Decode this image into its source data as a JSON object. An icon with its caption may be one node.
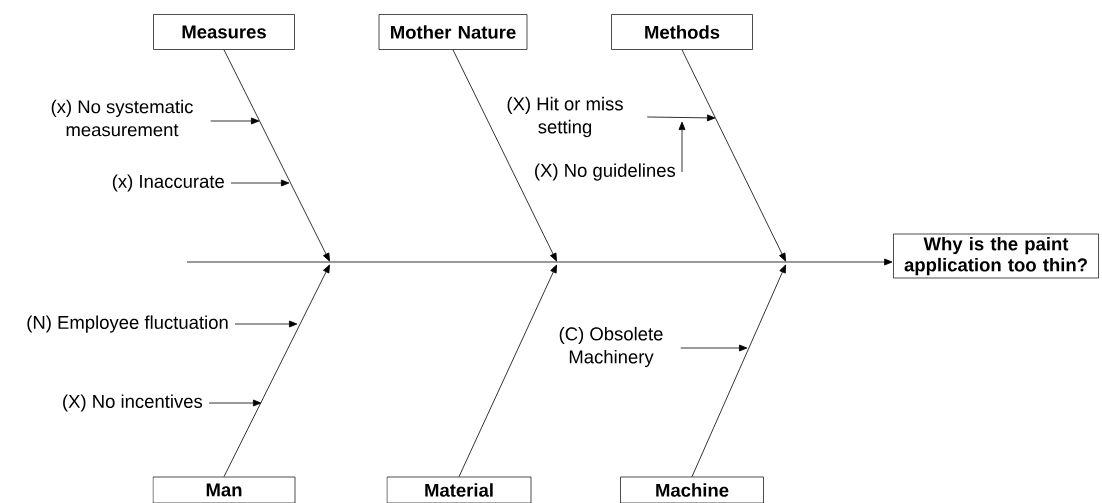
{
  "diagram": {
    "nodes": [
      {
        "text": [
          "Measures"
        ]
      },
      {
        "text": [
          "Mother Nature"
        ]
      },
      {
        "text": [
          "Methods"
        ]
      },
      {
        "text": [
          "Why is the paint application too thin?"
        ]
      },
      {
        "text": [
          "Man"
        ]
      },
      {
        "text": [
          "Material"
        ]
      },
      {
        "text": [
          "Machine"
        ]
      },
      {
        "text": [
          "(x) No systematic measurement"
        ]
      },
      {
        "text": [
          "(x) Inaccurate"
        ]
      },
      {
        "text": [
          "(X) Hit or miss setting"
        ]
      },
      {
        "text": [
          "(X) No guidelines"
        ]
      },
      {
        "text": [
          "(N) Employee fluctuation"
        ]
      },
      {
        "text": [
          "(X) No incentives"
        ]
      },
      {
        "text": [
          "(C) Obsolete Machinery"
        ]
      }
    ],
    "edges": [
      {
        "from": null,
        "to": 3,
        "arrow": "to"
      },
      {
        "from": 0,
        "to": null,
        "arrow": "to"
      },
      {
        "from": 1,
        "to": null,
        "arrow": "to"
      },
      {
        "from": 2,
        "to": null,
        "arrow": "to"
      },
      {
        "from": 4,
        "to": null,
        "arrow": "to"
      },
      {
        "from": 5,
        "to": null,
        "arrow": "to"
      },
      {
        "from": 6,
        "to": null,
        "arrow": "to"
      },
      {
        "from": 7,
        "to": null,
        "arrow": "to"
      },
      {
        "from": 8,
        "to": null,
        "arrow": "to"
      },
      {
        "from": 9,
        "to": null,
        "arrow": "to"
      },
      {
        "from": 10,
        "to": null,
        "arrow": "to"
      },
      {
        "from": 11,
        "to": null,
        "arrow": "to"
      },
      {
        "from": 12,
        "to": null,
        "arrow": "to"
      },
      {
        "from": 13,
        "to": null,
        "arrow": "to"
      }
    ]
  }
}
